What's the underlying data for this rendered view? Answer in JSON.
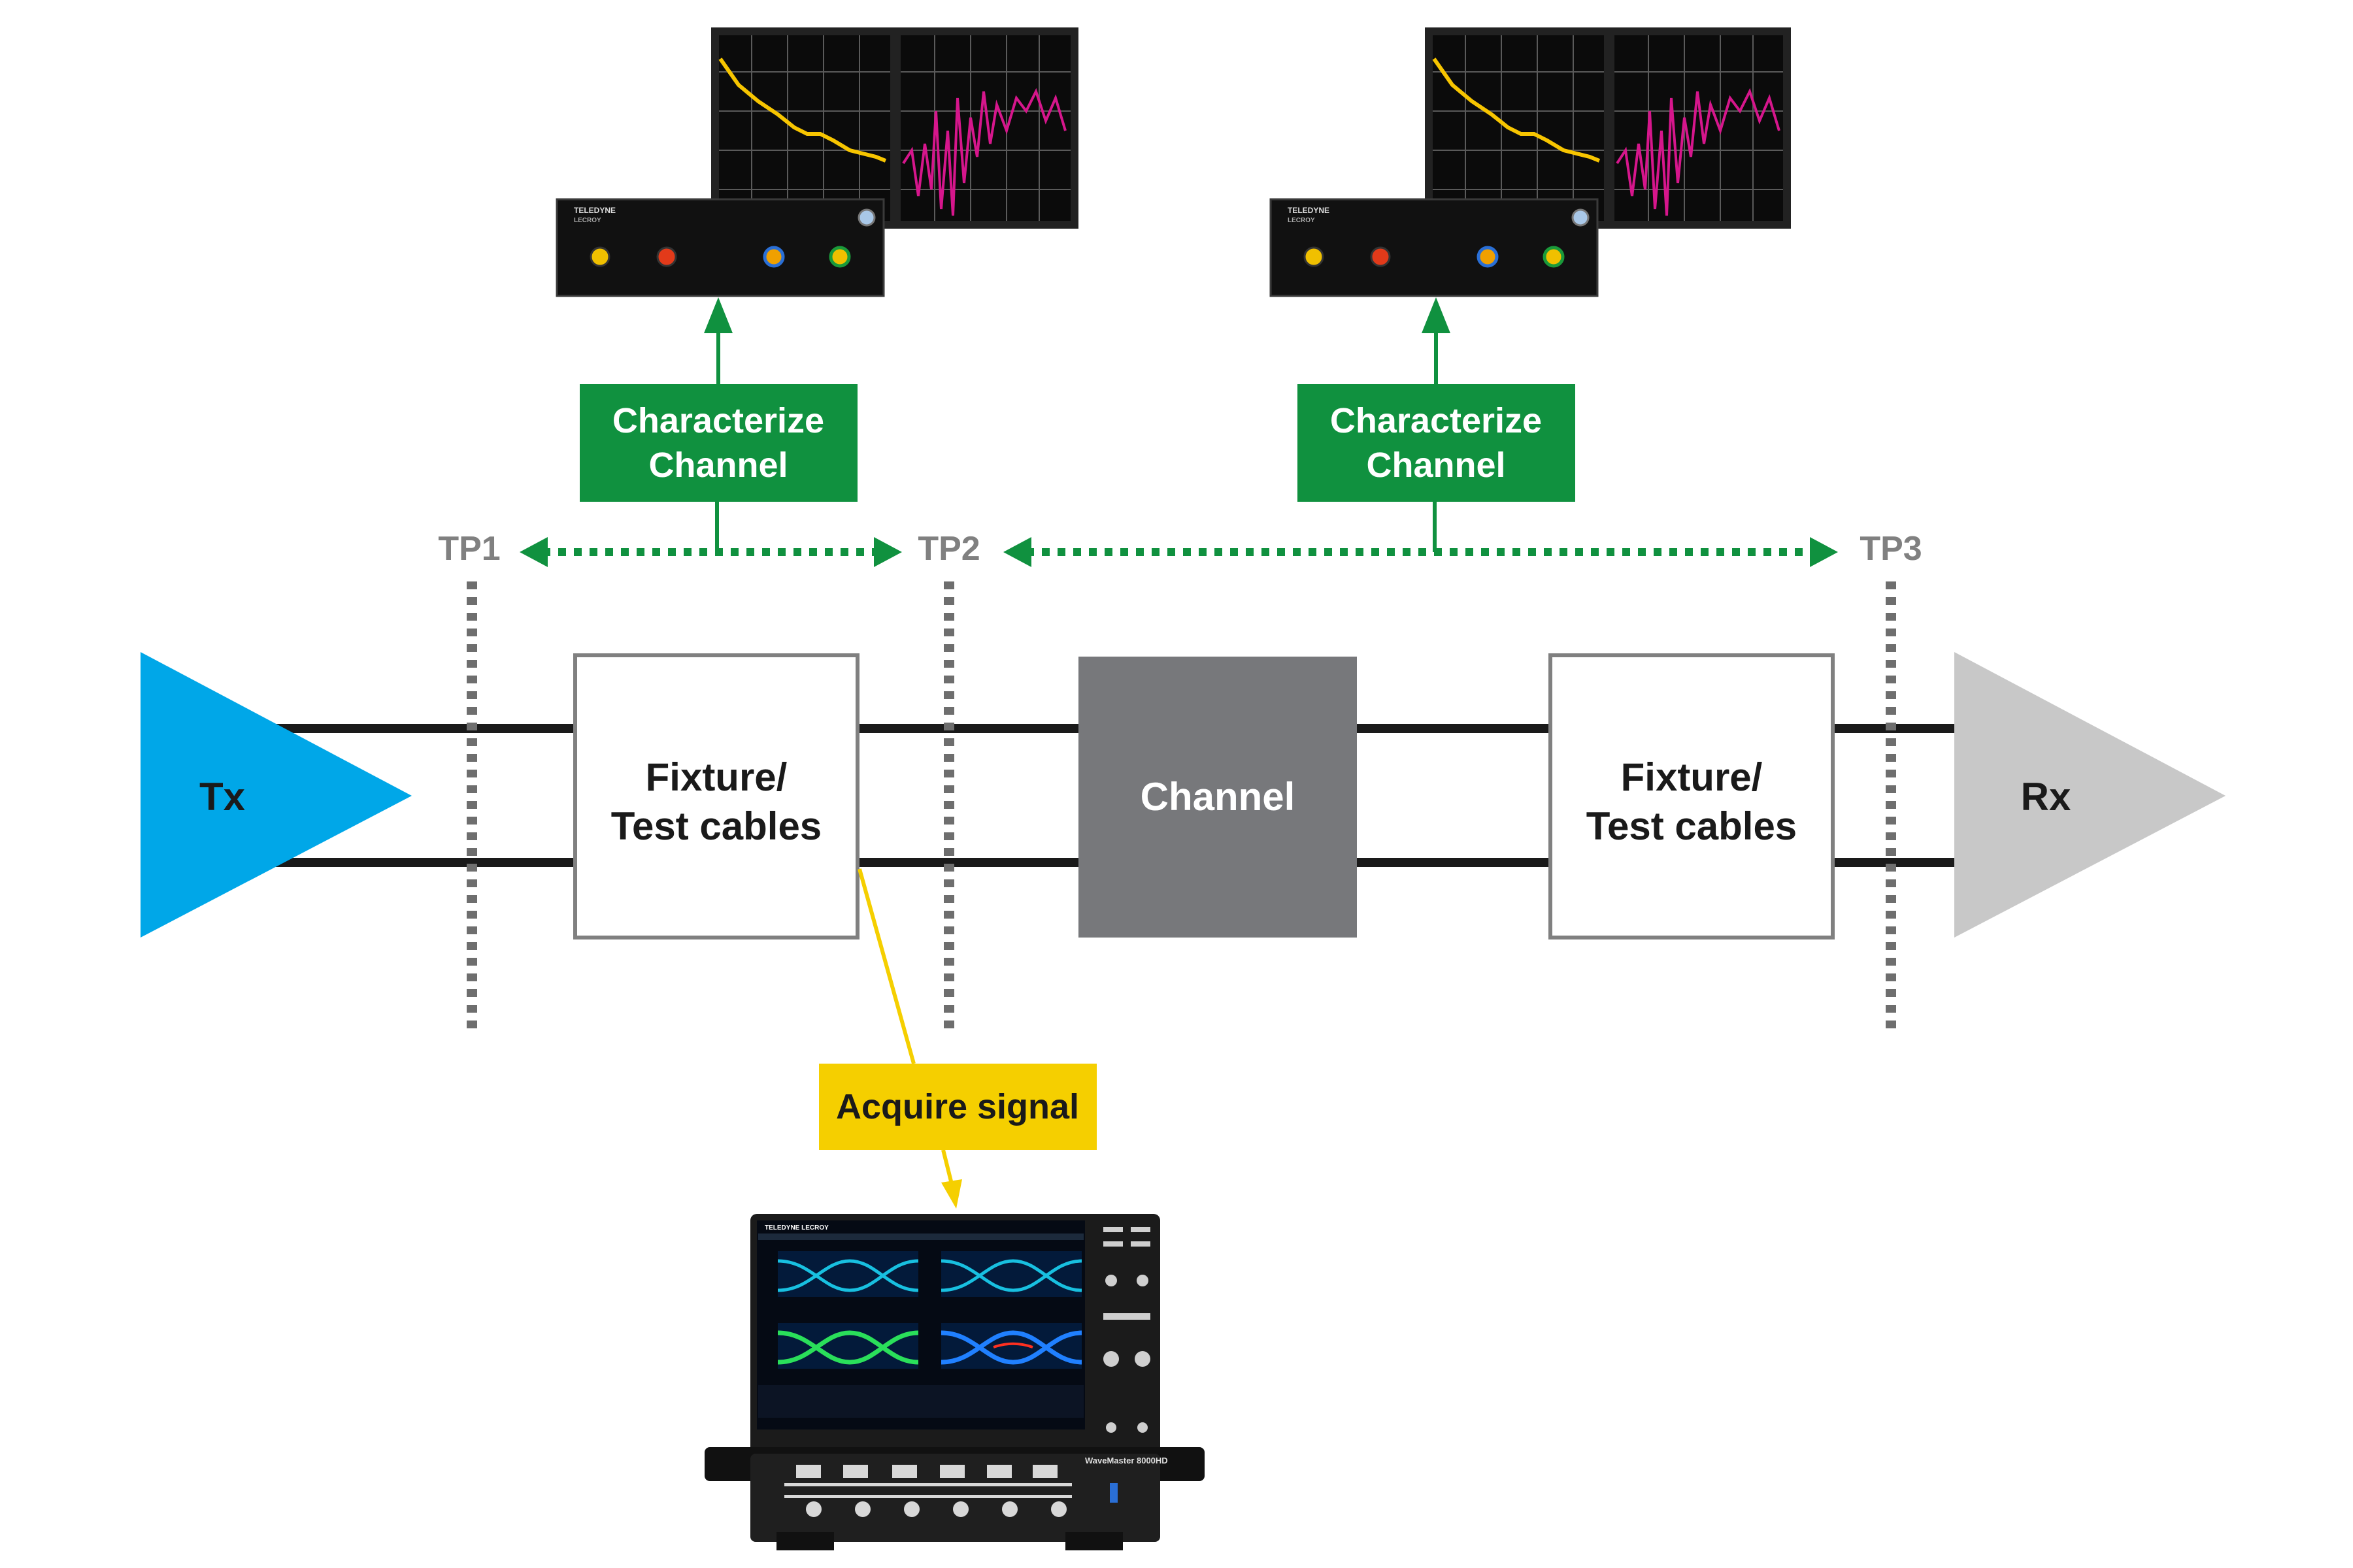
{
  "blocks": {
    "tx": "Tx",
    "rx": "Rx",
    "fixture_left": [
      "Fixture/",
      "Test cables"
    ],
    "channel": "Channel",
    "fixture_right": [
      "Fixture/",
      "Test cables"
    ]
  },
  "test_points": [
    "TP1",
    "TP2",
    "TP3"
  ],
  "actions": {
    "characterize_left": [
      "Characterize",
      "Channel"
    ],
    "characterize_right": [
      "Characterize",
      "Channel"
    ],
    "acquire": "Acquire signal"
  },
  "instruments": {
    "vna_brand": "TELEDYNE",
    "vna_sub": "LECROY",
    "scope_brand": "TELEDYNE LECROY",
    "scope_model": "WaveMaster 8000HD"
  },
  "colors": {
    "tx": "#00a7e8",
    "rx": "#c8c8c8",
    "channel": "#77787b",
    "characterize": "#10913f",
    "acquire": "#f5cf00",
    "tp_label": "#808080",
    "tp_line": "#6e6e6e",
    "wire": "#1a1a1a",
    "plot_yellow": "#f7c500",
    "plot_magenta": "#d6168c"
  }
}
